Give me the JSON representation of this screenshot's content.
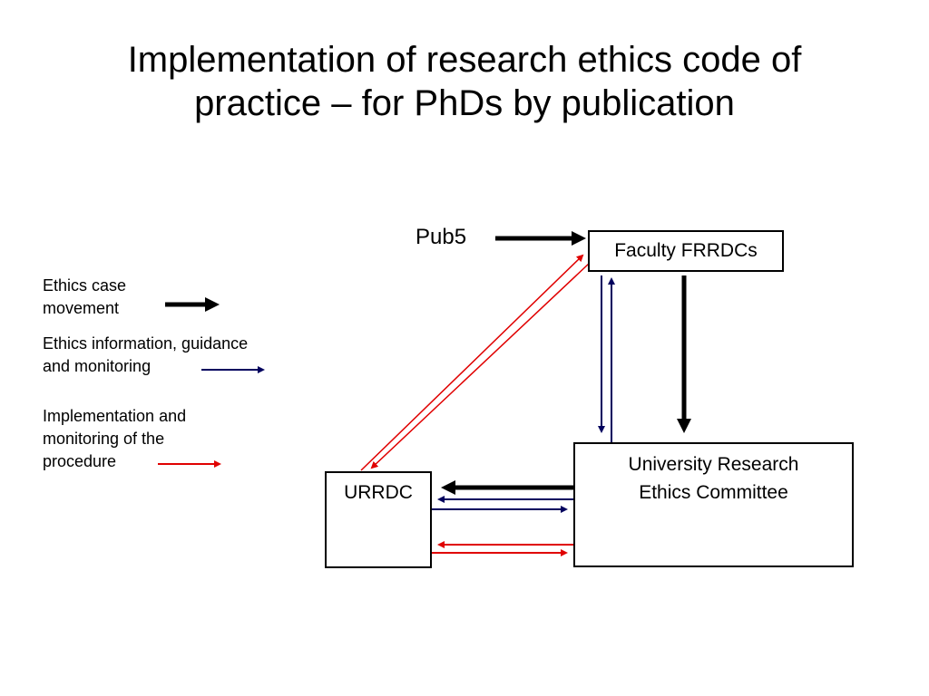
{
  "title": {
    "line1": "Implementation of research ethics code of",
    "line2": "practice – for PhDs by publication"
  },
  "nodes": {
    "pub": "Pub5",
    "faculty": "Faculty FRRDCs",
    "urec": {
      "line1": "University Research",
      "line2": "Ethics Committee"
    },
    "urrdc": "URRDC"
  },
  "legend": {
    "case_movement": {
      "line1": "Ethics case",
      "line2": "movement"
    },
    "information": {
      "line1": "Ethics information, guidance",
      "line2": "and monitoring"
    },
    "implementation": {
      "line1": "Implementation and",
      "line2": "monitoring of the",
      "line3": "procedure"
    }
  },
  "colors": {
    "case_movement": "#000000",
    "information": "#00005e",
    "implementation": "#e00000"
  }
}
